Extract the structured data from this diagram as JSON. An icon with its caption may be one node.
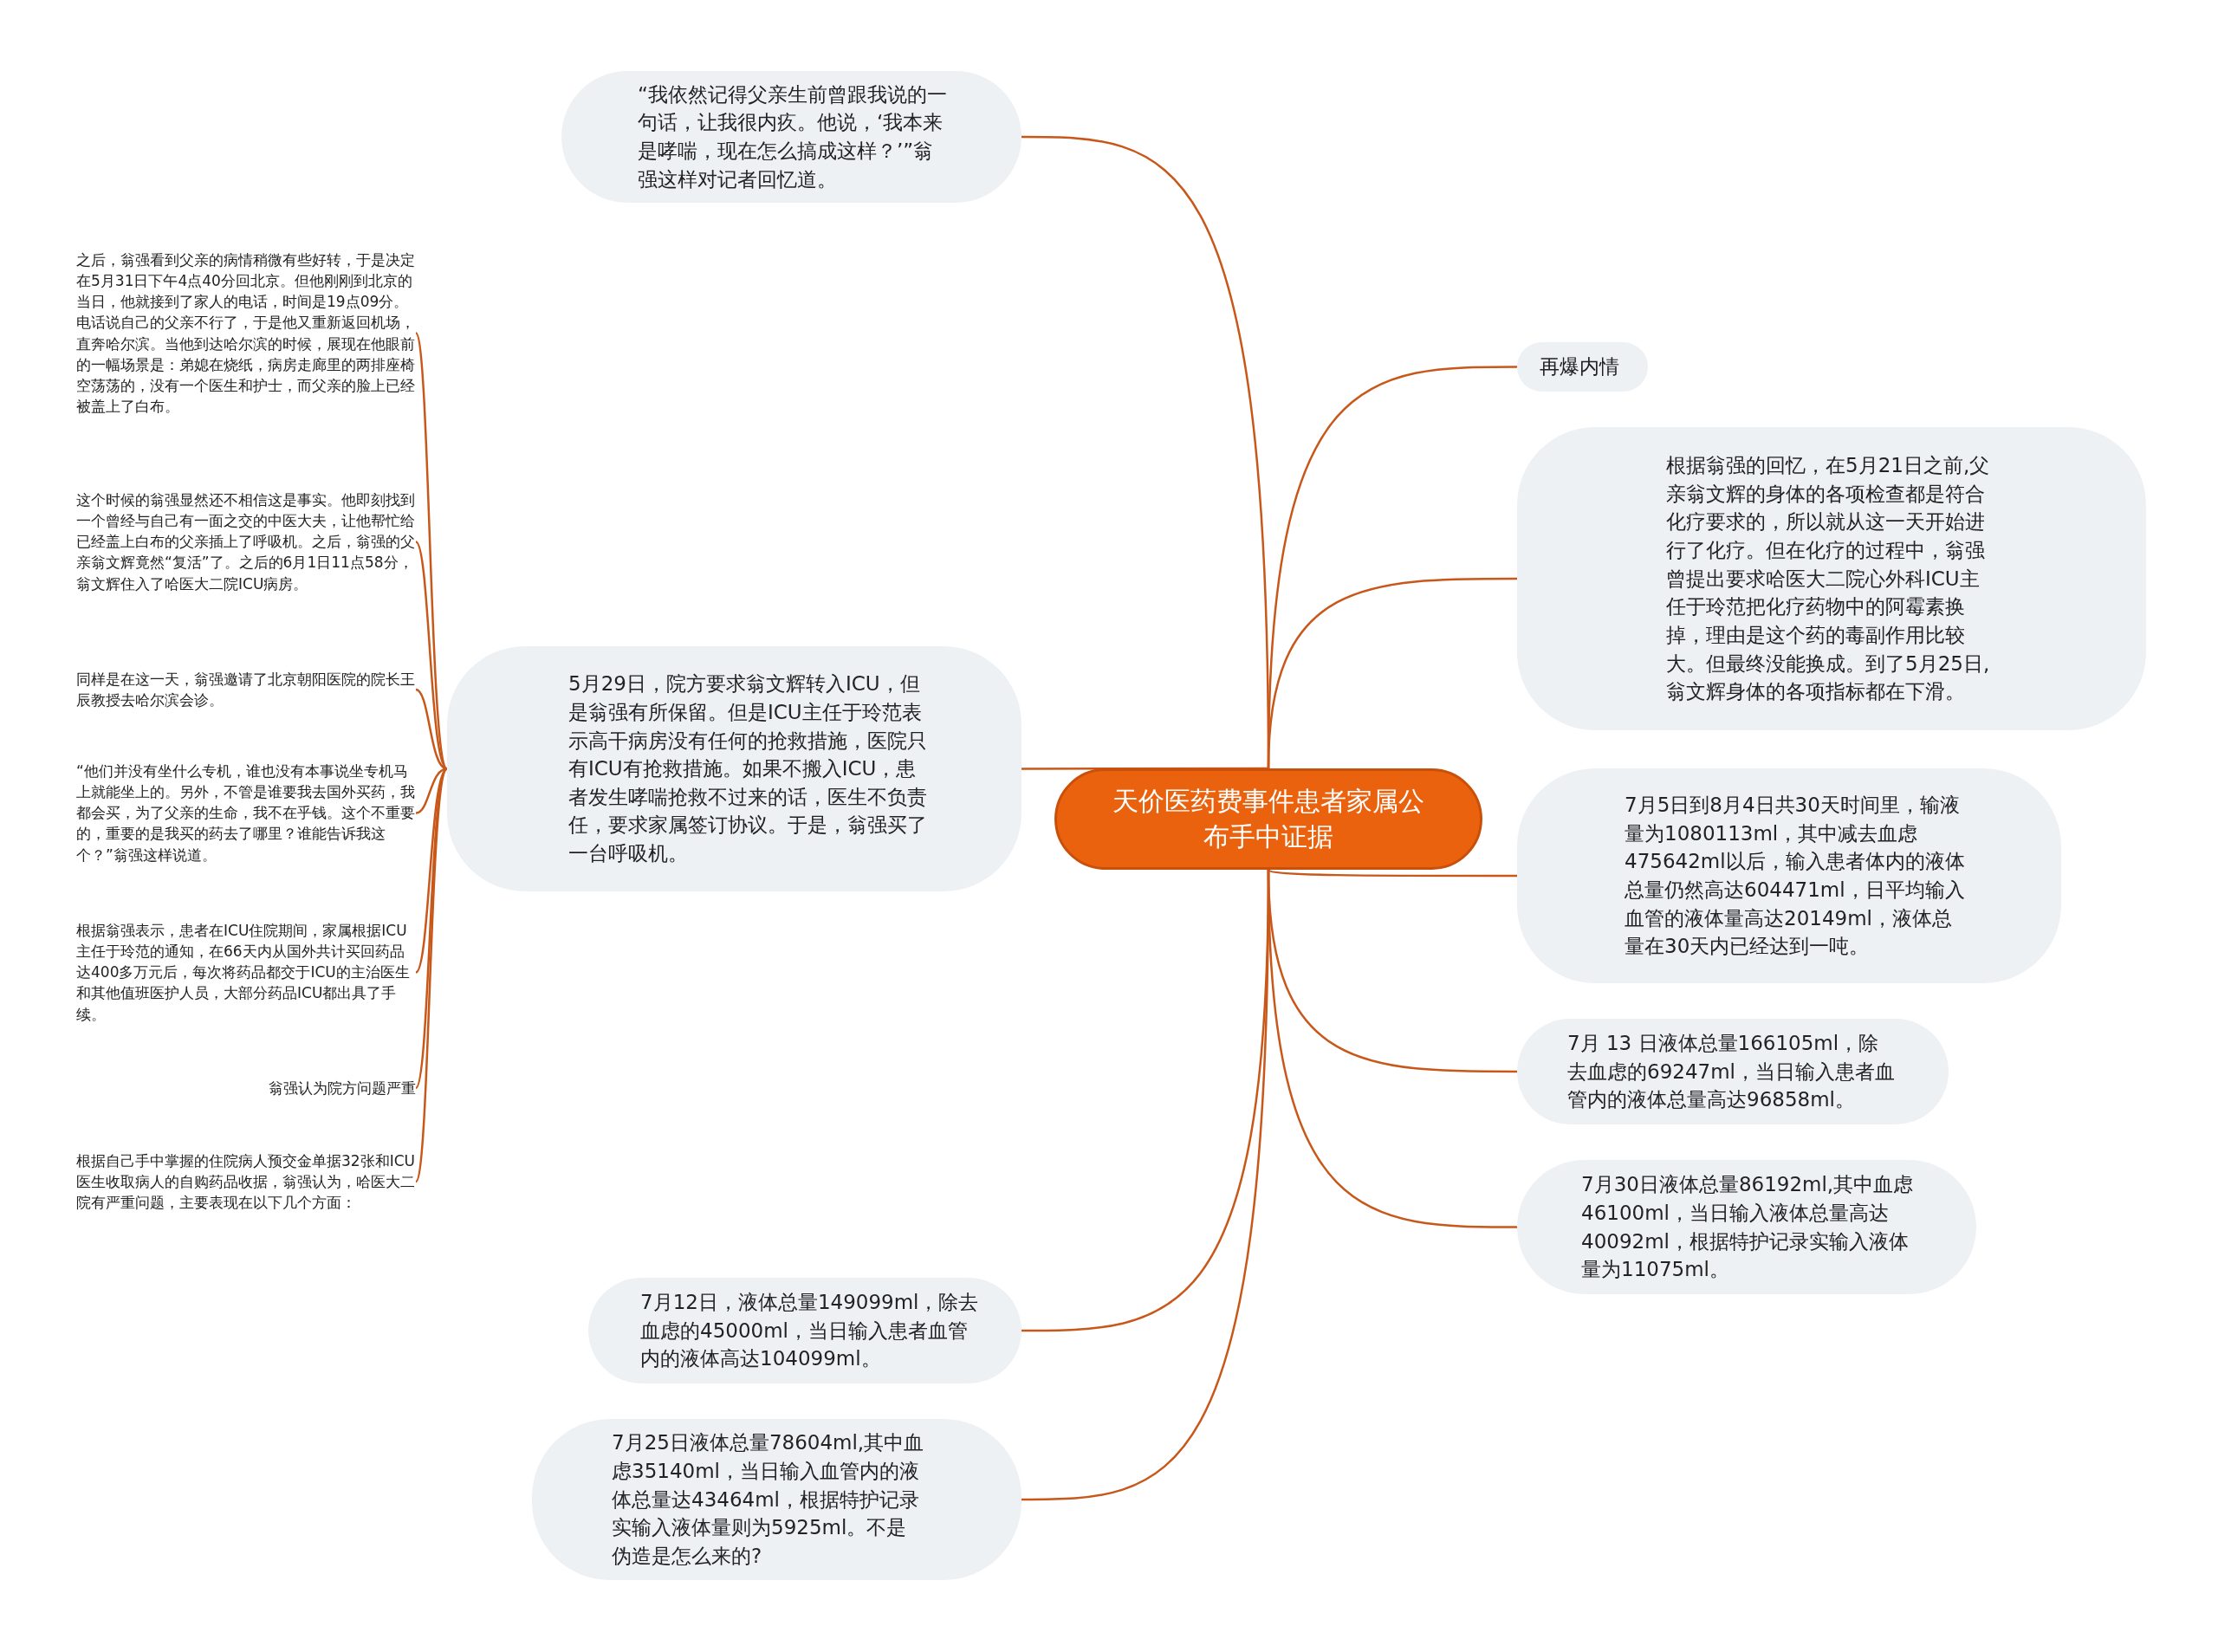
{
  "diagram": {
    "nodes": [
      {
        "text": [
          "天价医药费事件患者家属公布手中证据"
        ]
      },
      {
        "text": [
          "“我依然记得父亲生前曾跟我说的一句话，让我很内疚。他说，‘我本来是哮喘，现在怎么搞成这样？’”翁强这样对记者回忆道。"
        ]
      },
      {
        "text": [
          "5月29日，院方要求翁文辉转入ICU，但是翁强有所保留。但是ICU主任于玲范表示高干病房没有任何的抢救措施，医院只有ICU有抢救措施。如果不搬入ICU，患者发生哮喘抢救不过来的话，医生不负责任，要求家属签订协议。于是，翁强买了一台呼吸机。"
        ]
      },
      {
        "text": [
          "之后，翁强看到父亲的病情稍微有些好转，于是决定在5月31日下午4点40分回北京。但他刚刚到北京的当日，他就接到了家人的电话，时间是19点09分。电话说自己的父亲不行了，于是他又重新返回机场，直奔哈尔滨。当他到达哈尔滨的时候，展现在他眼前的一幅场景是：弟媳在烧纸，病房走廊里的两排座椅空荡荡的，没有一个医生和护士，而父亲的脸上已经被盖上了白布。"
        ]
      },
      {
        "text": [
          "这个时候的翁强显然还不相信这是事实。他即刻找到一个曾经与自己有一面之交的中医大夫，让他帮忙给已经盖上白布的父亲插上了呼吸机。之后，翁强的父亲翁文辉竟然“复活”了。之后的6月1日11点58分，翁文辉住入了哈医大二院ICU病房。"
        ]
      },
      {
        "text": [
          "同样是在这一天，翁强邀请了北京朝阳医院的院长王辰教授去哈尔滨会诊。"
        ]
      },
      {
        "text": [
          "“他们并没有坐什么专机，谁也没有本事说坐专机马上就能坐上的。另外，不管是谁要我去国外买药，我都会买，为了父亲的生命，我不在乎钱。这个不重要的，重要的是我买的药去了哪里？谁能告诉我这个？”翁强这样说道。"
        ]
      },
      {
        "text": [
          "根据翁强表示，患者在ICU住院期间，家属根据ICU主任于玲范的通知，在66天内从国外共计买回药品达400多万元后，每次将药品都交于ICU的主治医生和其他值班医护人员，大部分药品ICU都出具了手续。"
        ]
      },
      {
        "text": [
          "翁强认为院方问题严重"
        ]
      },
      {
        "text": [
          "根据自己手中掌握的住院病人预交金单据32张和ICU医生收取病人的自购药品收据，翁强认为，哈医大二院有严重问题，主要表现在以下几个方面："
        ]
      },
      {
        "text": [
          "7月12日，液体总量149099ml，除去血虑的45000ml，当日输入患者血管内的液体高达104099ml。"
        ]
      },
      {
        "text": [
          "7月25日液体总量78604ml,其中血虑35140ml，当日输入血管内的液体总量达43464ml，根据特护记录实输入液体量则为5925ml。不是伪造是怎么来的?"
        ]
      },
      {
        "text": [
          "再爆内情"
        ]
      },
      {
        "text": [
          "根据翁强的回忆，在5月21日之前,父亲翁文辉的身体的各项检查都是符合化疗要求的，所以就从这一天开始进行了化疗。但在化疗的过程中，翁强曾提出要求哈医大二院心外科ICU主任于玲范把化疗药物中的阿霉素换掉，理由是这个药的毒副作用比较大。但最终没能换成。到了5月25日,翁文辉身体的各项指标都在下滑。"
        ]
      },
      {
        "text": [
          "7月5日到8月4日共30天时间里，输液量为1080113ml，其中减去血虑475642ml以后，输入患者体内的液体总量仍然高达604471ml，日平均输入血管的液体量高达20149ml，液体总量在30天内已经达到一吨。"
        ]
      },
      {
        "text": [
          "7月 13 日液体总量166105ml，除去血虑的69247ml，当日输入患者血管内的液体总量高达96858ml。"
        ]
      },
      {
        "text": [
          "7月30日液体总量86192ml,其中血虑46100ml，当日输入液体总量高达40092ml，根据特护记录实输入液体量为11075ml。"
        ]
      }
    ],
    "edges": [
      {
        "from": 0,
        "to": 1,
        "arrow": "none"
      },
      {
        "from": 0,
        "to": 2,
        "arrow": "none"
      },
      {
        "from": 2,
        "to": 3,
        "arrow": "none"
      },
      {
        "from": 2,
        "to": 4,
        "arrow": "none"
      },
      {
        "from": 2,
        "to": 5,
        "arrow": "none"
      },
      {
        "from": 2,
        "to": 6,
        "arrow": "none"
      },
      {
        "from": 2,
        "to": 7,
        "arrow": "none"
      },
      {
        "from": 2,
        "to": 8,
        "arrow": "none"
      },
      {
        "from": 2,
        "to": 9,
        "arrow": "none"
      },
      {
        "from": 0,
        "to": 10,
        "arrow": "none"
      },
      {
        "from": 0,
        "to": 11,
        "arrow": "none"
      },
      {
        "from": 0,
        "to": 12,
        "arrow": "none"
      },
      {
        "from": 0,
        "to": 13,
        "arrow": "none"
      },
      {
        "from": 0,
        "to": 14,
        "arrow": "none"
      },
      {
        "from": 0,
        "to": 15,
        "arrow": "none"
      },
      {
        "from": 0,
        "to": 16,
        "arrow": "none"
      }
    ]
  }
}
